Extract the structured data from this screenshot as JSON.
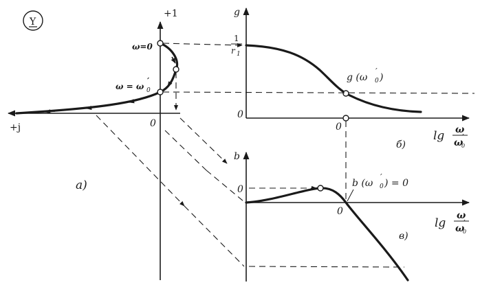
{
  "symbol": "Y",
  "panel_a": {
    "label": "a)",
    "axis_up": "+1",
    "axis_left": "+j",
    "origin": "0",
    "omega_zero": "ω=0",
    "omega_prime_prefix": "ω = ω",
    "omega_prime_sup": "′",
    "omega_prime_sub": "0"
  },
  "panel_b": {
    "label": "б)",
    "axis_y": "g",
    "y_frac_num": "1",
    "y_frac_den": "r",
    "y_frac_den_sub": "1",
    "y_zero": "0",
    "x_zero": "0",
    "point_label": "g (ω",
    "point_label_sup": "′",
    "point_label_sub": "0",
    "point_label_close": ")",
    "xlabel_prefix": "lg",
    "xlabel_num": "ω",
    "xlabel_den": "ω",
    "xlabel_den_sup": "′",
    "xlabel_den_sub": "0"
  },
  "panel_c": {
    "label": "в)",
    "axis_y": "b",
    "y_zero": "0",
    "x_zero": "0",
    "point_label": "b (ω",
    "point_label_sup": "′",
    "point_label_sub": "0",
    "point_label_close": ") = 0",
    "xlabel_prefix": "lg",
    "xlabel_num": "ω",
    "xlabel_den": "ω",
    "xlabel_den_sup": "′",
    "xlabel_den_sub": "0"
  }
}
